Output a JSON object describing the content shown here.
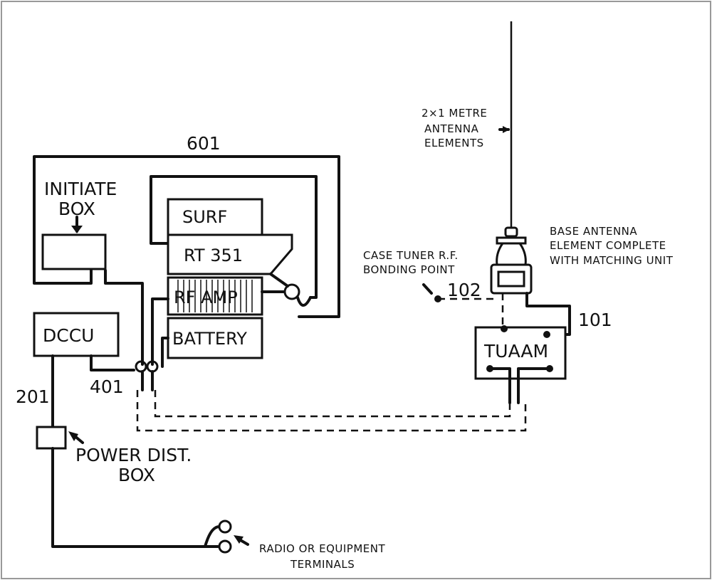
{
  "labels": {
    "cable_601": "601",
    "initiate_box": [
      "INITIATE",
      "BOX"
    ],
    "surf": "SURF",
    "rt351": "RT 351",
    "rf_amp": "RF AMP",
    "battery": "BATTERY",
    "dccu": "DCCU",
    "cable_401": "401",
    "cable_201": "201",
    "power_dist_box": [
      "POWER DIST.",
      "BOX"
    ],
    "radio_terminals": [
      "RADIO OR EQUIPMENT",
      "TERMINALS"
    ],
    "antenna_elements": [
      "2×1 METRE",
      "ANTENNA",
      "ELEMENTS"
    ],
    "base_antenna": [
      "BASE ANTENNA",
      "ELEMENT COMPLETE",
      "WITH MATCHING UNIT"
    ],
    "case_tuner": [
      "CASE TUNER R.F.",
      "BONDING POINT"
    ],
    "cable_102": "102",
    "cable_101": "101",
    "tuaam": "TUAAM"
  }
}
